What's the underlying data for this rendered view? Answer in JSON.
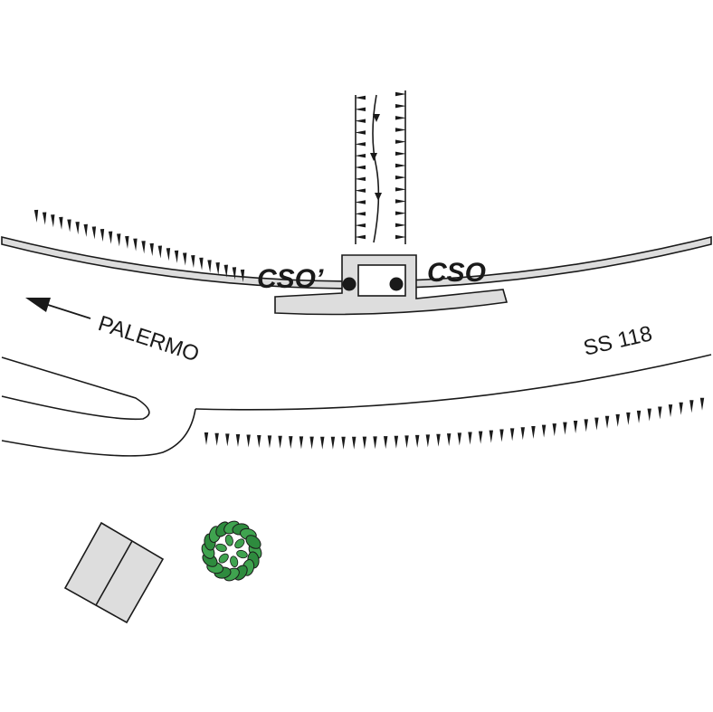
{
  "labels": {
    "station_right": "CSO",
    "station_left": "CSO’",
    "direction": "PALERMO",
    "road": "SS 118"
  },
  "colors": {
    "line": "#1a1a1a",
    "sidewalk_fill": "#dddddd",
    "building_fill": "#dddddd",
    "tree_green": "#2e8b3e"
  },
  "icons": {
    "direction_arrow": "arrow-left-icon",
    "tree": "tree-icon",
    "building": "building-icon",
    "station_marker": "filled-dot-icon",
    "embankment": "embankment-tick-icon"
  }
}
